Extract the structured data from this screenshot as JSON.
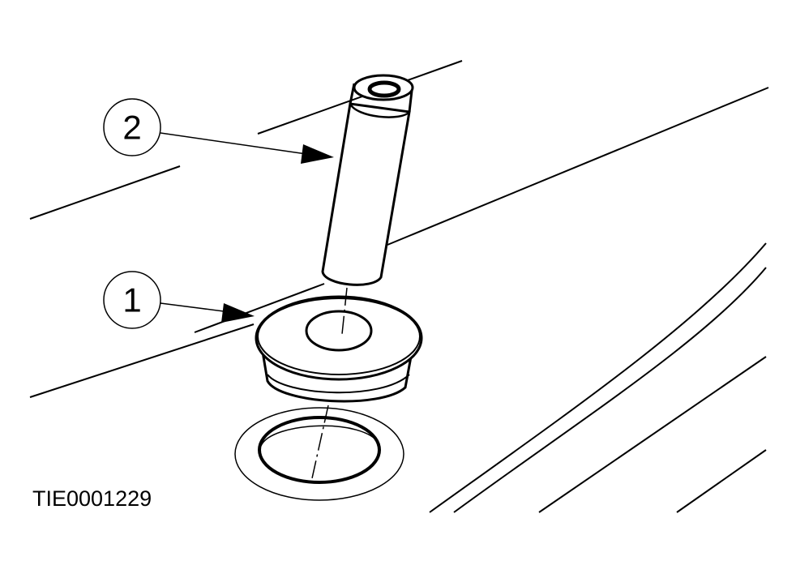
{
  "callouts": {
    "one": "1",
    "two": "2"
  },
  "reference_code": "TIE0001229",
  "colors": {
    "line": "#000000",
    "background": "#ffffff"
  }
}
